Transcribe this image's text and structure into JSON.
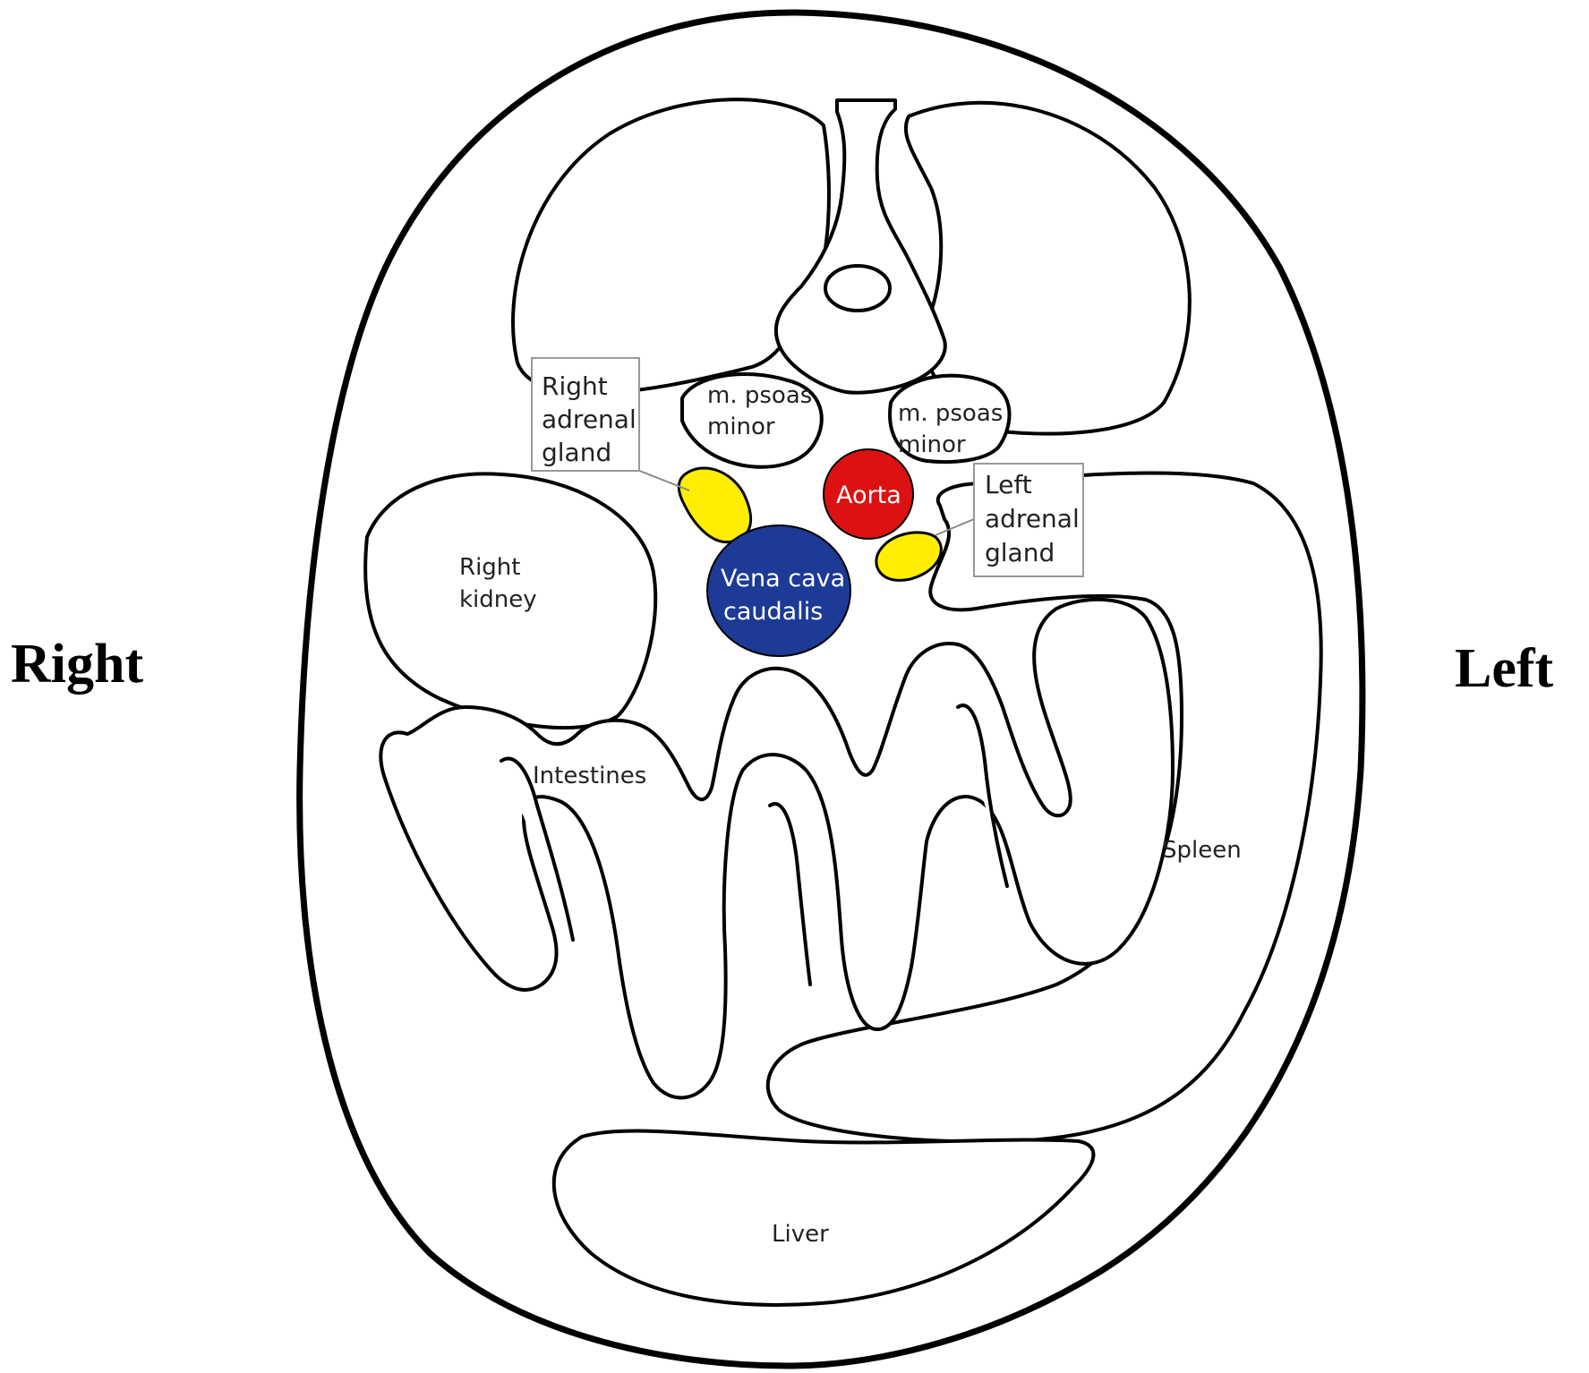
{
  "orientation": {
    "right": "Right",
    "left": "Left"
  },
  "labels": {
    "right_adrenal_gland": [
      "Right",
      "adrenal",
      "gland"
    ],
    "left_adrenal_gland": [
      "Left",
      "adrenal",
      "gland"
    ],
    "psoas_right": [
      "m. psoas",
      "minor"
    ],
    "psoas_left": [
      "m. psoas",
      "minor"
    ],
    "aorta": "Aorta",
    "vena_cava": [
      "Vena cava",
      "caudalis"
    ],
    "right_kidney": [
      "Right",
      "kidney"
    ],
    "intestines": "Intestines",
    "spleen": "Spleen",
    "liver": "Liver"
  },
  "colors": {
    "adrenal_gland": "#ffee00",
    "aorta": "#dd1111",
    "vena_cava": "#1c3a96",
    "outline": "#000000"
  }
}
